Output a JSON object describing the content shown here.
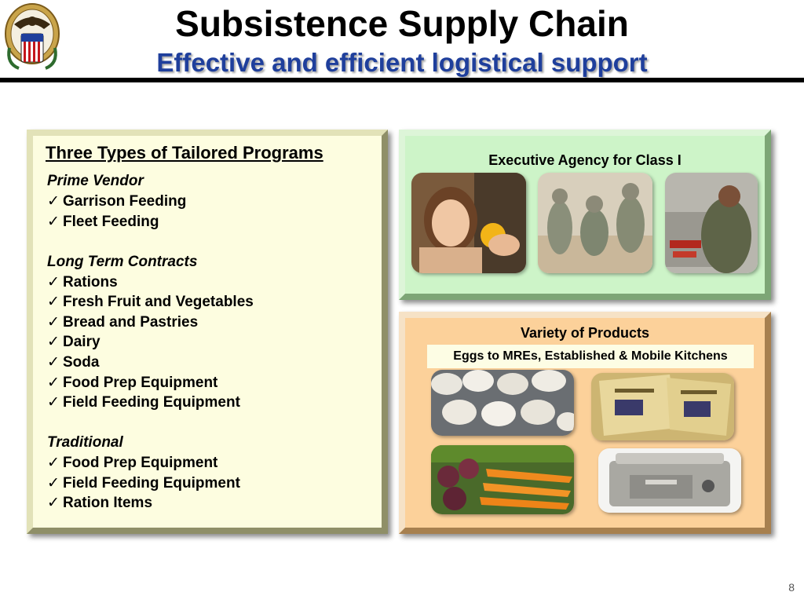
{
  "header": {
    "title": "Subsistence Supply Chain",
    "subtitle": "Effective and efficient logistical support"
  },
  "left_panel": {
    "heading": "Three Types of Tailored  Programs",
    "sections": [
      {
        "name": "Prime Vendor",
        "items": [
          "Garrison Feeding",
          "Fleet Feeding"
        ]
      },
      {
        "name": "Long Term Contracts",
        "items": [
          "Rations",
          "Fresh Fruit and Vegetables",
          "Bread and Pastries",
          "Dairy",
          "Soda",
          "Food Prep Equipment",
          "Field Feeding Equipment"
        ]
      },
      {
        "name": "Traditional",
        "items": [
          "Food Prep Equipment",
          "Field Feeding Equipment",
          "Ration Items"
        ]
      }
    ],
    "check_glyph": "✓"
  },
  "green_panel": {
    "heading": "Executive Agency for Class I"
  },
  "tan_panel": {
    "heading": "Variety of Products",
    "subheading": "Eggs to MREs, Established & Mobile Kitchens"
  },
  "page_number": "8",
  "colors": {
    "title": "#000000",
    "subtitle": "#1f3f9c",
    "left_panel_bg": "#fdfde0",
    "green_panel_bg": "#cdf4c8",
    "tan_panel_bg": "#fcd19a"
  }
}
